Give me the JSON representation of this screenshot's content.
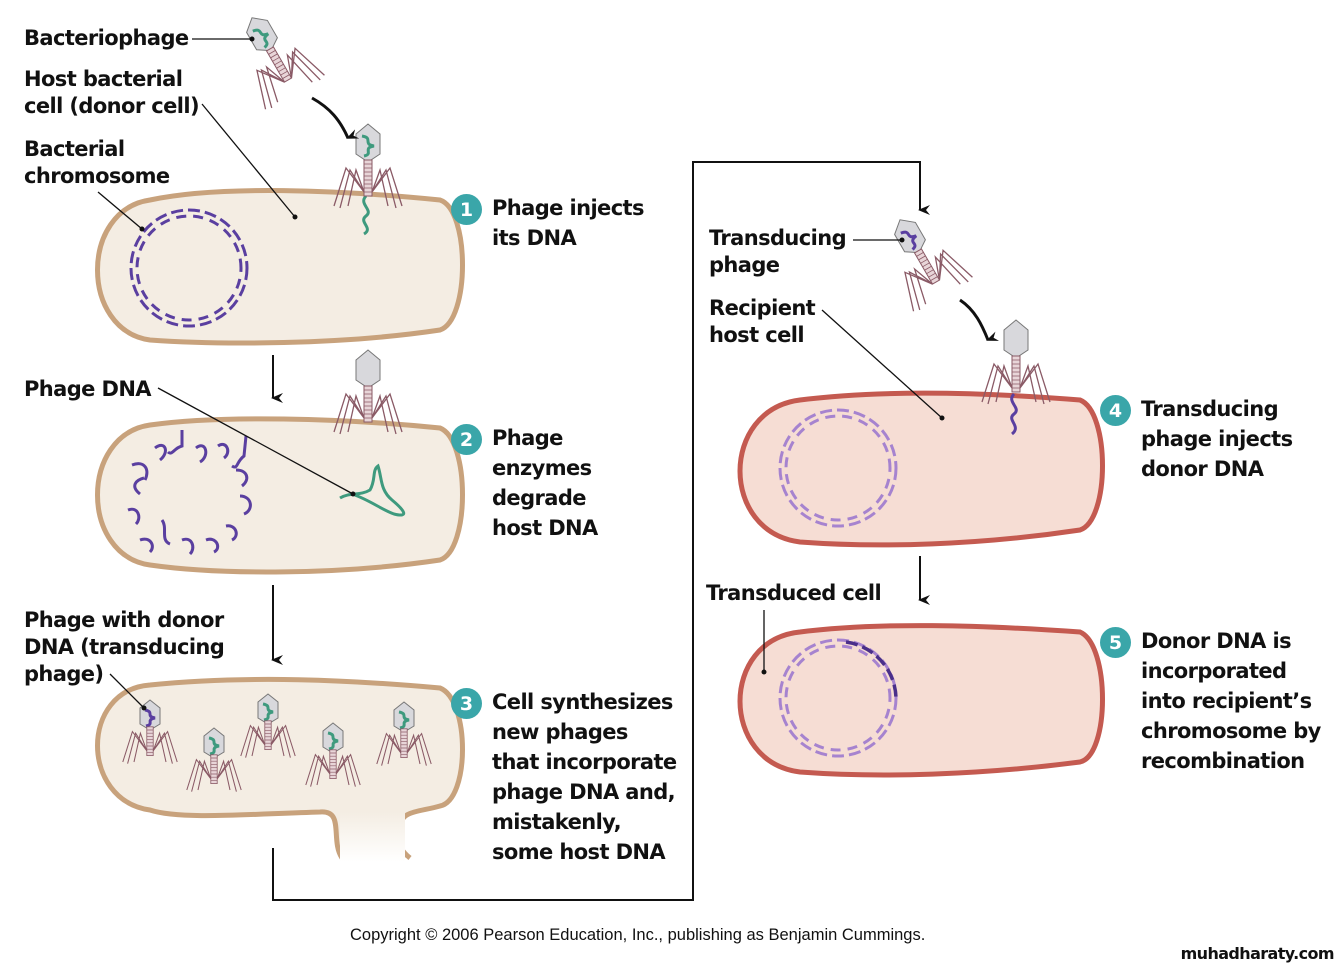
{
  "colors": {
    "donor_cell_fill": "#f4ede3",
    "donor_cell_stroke": "#c8a27c",
    "recipient_cell_fill": "#f6ddd4",
    "recipient_cell_stroke": "#c45a50",
    "host_dna": "#5a3fa0",
    "phage_dna": "#3e9a7e",
    "recipient_dna": "#a683cf",
    "badge": "#3aa6a9",
    "phage_leg": "#8a5a66",
    "capsid": "#d8d8dc"
  },
  "labels": {
    "bacteriophage": "Bacteriophage",
    "host_cell": "Host bacterial\ncell (donor cell)",
    "bacterial_chromosome": "Bacterial\nchromosome",
    "phage_dna": "Phage DNA",
    "phage_with_donor": "Phage with donor\nDNA (transducing\nphage)",
    "transducing_phage": "Transducing\nphage",
    "recipient_host_cell": "Recipient\nhost cell",
    "transduced_cell": "Transduced cell"
  },
  "steps": [
    {
      "number": "1",
      "text": "Phage injects\nits DNA"
    },
    {
      "number": "2",
      "text": "Phage\nenzymes\ndegrade\nhost DNA"
    },
    {
      "number": "3",
      "text": "Cell synthesizes\nnew phages\nthat incorporate\nphage DNA and,\nmistakenly,\nsome host DNA"
    },
    {
      "number": "4",
      "text": "Transducing\nphage injects\ndonor DNA"
    },
    {
      "number": "5",
      "text": "Donor DNA is\nincorporated\ninto recipient’s\nchromosome by\nrecombination"
    }
  ],
  "footer": {
    "copyright": "Copyright © 2006 Pearson Education, Inc., publishing as Benjamin Cummings.",
    "watermark": "muhadharaty.com"
  }
}
